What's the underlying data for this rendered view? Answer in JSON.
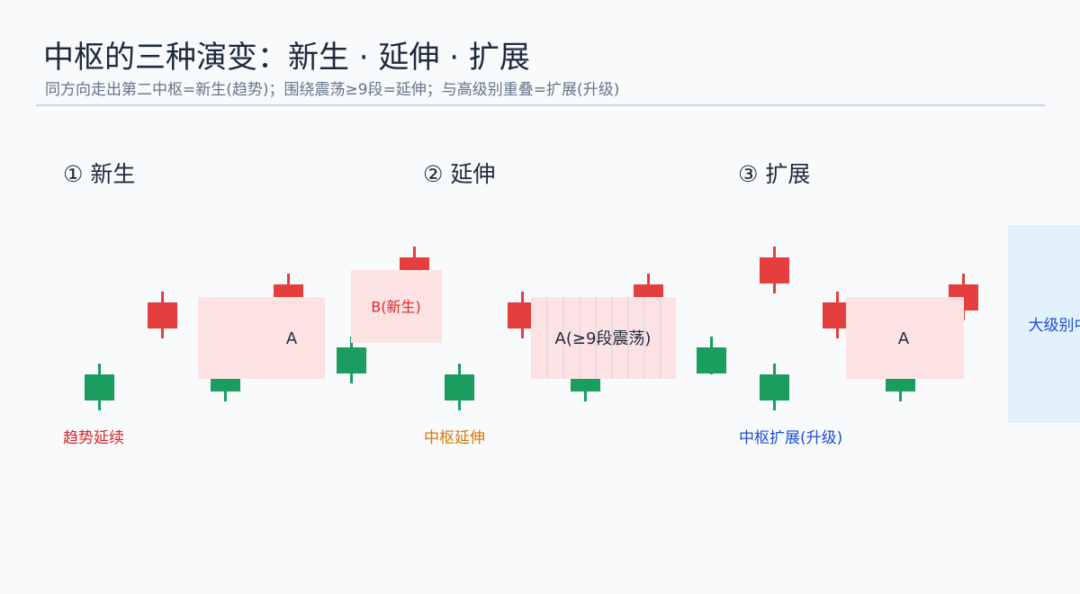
{
  "page": {
    "title": "中枢的三种演变：新生 · 延伸 · 扩展",
    "subtitle": "同方向走出第二中枢=新生(趋势)；围绕震荡≥9段=延伸；与高级别重叠=扩展(升级)"
  },
  "colors": {
    "up": "#e53e3e",
    "down": "#1a9d5f",
    "pivot_fill": "#fde2e4",
    "higher_fill": "#e3f1fd",
    "text_red": "#dc2626",
    "text_orange": "#d97706",
    "text_blue": "#1d4ed8"
  },
  "panels": [
    {
      "heading": "① 新生",
      "caption": "趋势延续",
      "boxes": [
        {
          "label": "A"
        },
        {
          "label": "B(新生)"
        }
      ]
    },
    {
      "heading": "② 延伸",
      "caption": "中枢延伸",
      "boxes": [
        {
          "label": "A(≥9段震荡)"
        }
      ]
    },
    {
      "heading": "③ 扩展",
      "caption": "中枢扩展(升级)",
      "boxes": [
        {
          "label": "A"
        },
        {
          "label": "大级别中枢"
        }
      ]
    }
  ]
}
